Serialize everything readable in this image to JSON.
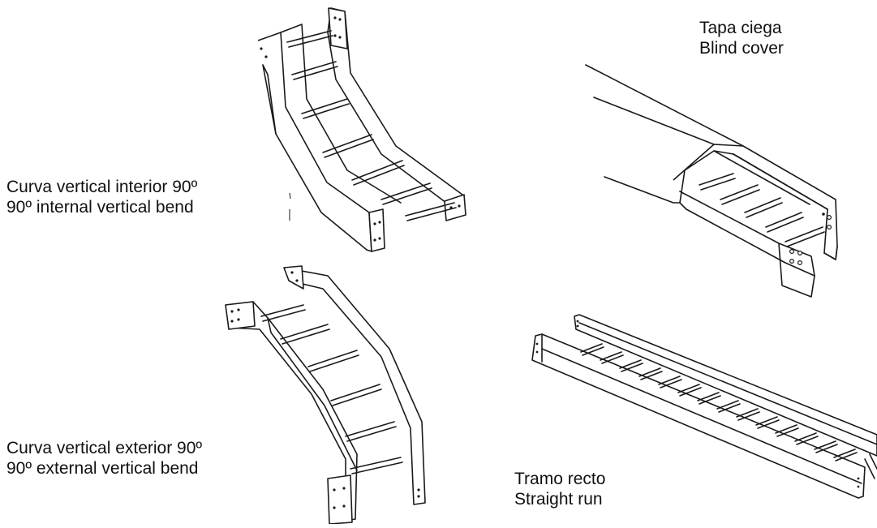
{
  "labels": {
    "internal_bend": {
      "es": "Curva vertical interior 90º",
      "en": "90º internal vertical bend"
    },
    "blind_cover": {
      "es": "Tapa ciega",
      "en": "Blind cover"
    },
    "external_bend": {
      "es": "Curva vertical exterior 90º",
      "en": "90º external vertical bend"
    },
    "straight_run": {
      "es": "Tramo recto",
      "en": "Straight run"
    }
  },
  "colors": {
    "line": "#1a1a1a",
    "background": "#ffffff"
  }
}
